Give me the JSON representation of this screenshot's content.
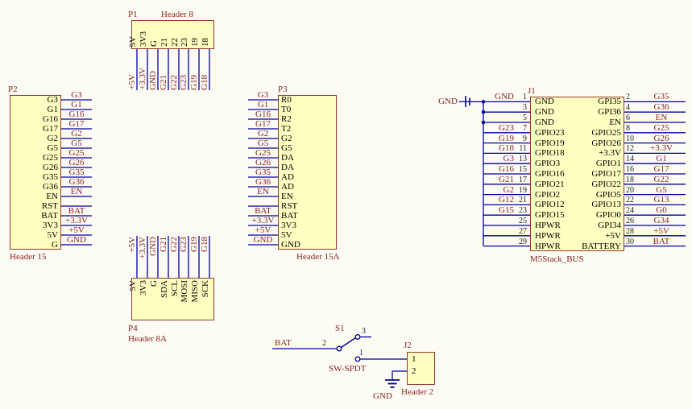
{
  "colors": {
    "wire": "#0000A0",
    "net_label": "#8B2020",
    "component_fill": "#FFFFC2",
    "component_border": "#94382A",
    "pin_text": "#000000",
    "sheet_bg": "#FCFCF5"
  },
  "components": {
    "p1": {
      "ref": "P1",
      "comment": "Header 8",
      "pins": [
        "5V",
        "3V3",
        "G",
        "21",
        "22",
        "23",
        "19",
        "18"
      ],
      "nets": [
        "+5V",
        "+3.3V",
        "GND",
        "G21",
        "G22",
        "G23",
        "G19",
        "G18"
      ]
    },
    "p2": {
      "ref": "P2",
      "comment": "Header 15",
      "pins": [
        "G3",
        "G1",
        "G16",
        "G17",
        "G2",
        "G5",
        "G25",
        "G26",
        "G35",
        "G36",
        "EN",
        "RST",
        "BAT",
        "3V3",
        "5V",
        "G"
      ],
      "nets": [
        "G3",
        "G1",
        "G16",
        "G17",
        "G2",
        "G5",
        "G25",
        "G26",
        "G35",
        "G36",
        "EN",
        "",
        "BAT",
        "+3.3V",
        "+5V",
        "GND"
      ]
    },
    "p3": {
      "ref": "P3",
      "comment": "Header 15A",
      "pins": [
        "R0",
        "T0",
        "R2",
        "T2",
        "G2",
        "G5",
        "DA",
        "DA",
        "AD",
        "AD",
        "EN",
        "RST",
        "BAT",
        "3V3",
        "5V",
        "GND"
      ],
      "nets": [
        "G3",
        "G1",
        "G16",
        "G17",
        "G2",
        "G5",
        "G25",
        "G26",
        "G35",
        "G36",
        "EN",
        "",
        "BAT",
        "+3.3V",
        "+5V",
        "GND"
      ]
    },
    "p4": {
      "ref": "P4",
      "comment": "Header 8A",
      "pins": [
        "5V",
        "3V3",
        "G",
        "SDA",
        "SCL",
        "MOSI",
        "MISO",
        "SCK"
      ],
      "nets": [
        "+5V",
        "+3.3V",
        "GND",
        "G21",
        "G22",
        "G23",
        "G19",
        "G18"
      ]
    },
    "j1": {
      "ref": "J1",
      "comment": "M5Stack_BUS",
      "power_port": "GND",
      "left_nets": [
        "GND",
        "",
        "",
        "G23",
        "G19",
        "G18",
        "G3",
        "G16",
        "G21",
        "G2",
        "G12",
        "G15",
        "",
        "",
        ""
      ],
      "left_numbers": [
        "1",
        "3",
        "5",
        "7",
        "9",
        "11",
        "13",
        "15",
        "17",
        "19",
        "21",
        "23",
        "25",
        "27",
        "29"
      ],
      "left_pins": [
        "GND",
        "GND",
        "GND",
        "GPIO23",
        "GPIO19",
        "GPIO18",
        "GPIO3",
        "GPIO16",
        "GPIO21",
        "GPIO2",
        "GPIO12",
        "GPIO15",
        "HPWR",
        "HPWR",
        "HPWR"
      ],
      "right_pins": [
        "GPI35",
        "GPI36",
        "EN",
        "GPIO25",
        "GPIO26",
        "+3.3V",
        "GPIO1",
        "GPIO17",
        "GPIO22",
        "GPIO5",
        "GPIO13",
        "GPIO0",
        "GPI34",
        "+5V",
        "BATTERY"
      ],
      "right_numbers": [
        "2",
        "4",
        "6",
        "8",
        "10",
        "12",
        "14",
        "16",
        "18",
        "20",
        "22",
        "24",
        "26",
        "28",
        "30"
      ],
      "right_nets": [
        "G35",
        "G36",
        "EN",
        "G25",
        "G26",
        "+3.3V",
        "G1",
        "G17",
        "G22",
        "G5",
        "G13",
        "G0",
        "G34",
        "+5V",
        "BAT"
      ]
    },
    "s1": {
      "ref": "S1",
      "comment": "SW-SPDT",
      "net": "BAT",
      "pin_common": "2",
      "pin_no": "3",
      "pin_nc": "1"
    },
    "j2": {
      "ref": "J2",
      "comment": "Header 2",
      "pin_numbers": [
        "1",
        "2"
      ],
      "ground_net": "GND"
    }
  }
}
